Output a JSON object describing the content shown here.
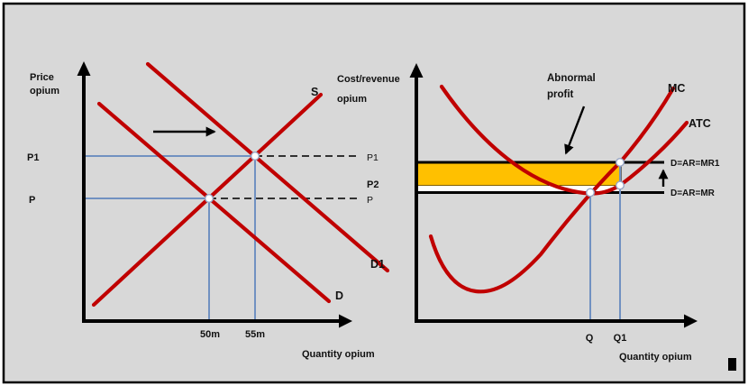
{
  "frame": {
    "background": "#d8d8d8",
    "border": "#000000"
  },
  "colors": {
    "curve": "#c00000",
    "guide": "#7191c1",
    "profit": "#ffc000",
    "ink": "#000000",
    "dot_fill": "#ffffff",
    "dot_stroke": "#98a6c5"
  },
  "left_chart": {
    "axis_label_y1": "Price",
    "axis_label_y2": "opium",
    "axis_label_x": "Quantity opium",
    "p1_left": "P1",
    "p_left": "P",
    "p1_right": "P1",
    "p2_right": "P2",
    "p_right": "P",
    "q_50m": "50m",
    "q_55m": "55m",
    "supply_label": "S",
    "demand_label": "D",
    "demand1_label": "D1"
  },
  "right_chart": {
    "axis_label_y1": "Cost/revenue",
    "axis_label_y2": "opium",
    "axis_label_x": "Quantity opium",
    "annotation_1": "Abnormal",
    "annotation_2": "profit",
    "mc_label": "MC",
    "atc_label": "ATC",
    "mr1_label": "D=AR=MR1",
    "mr_label": "D=AR=MR",
    "q_label": "Q",
    "q1_label": "Q1"
  }
}
